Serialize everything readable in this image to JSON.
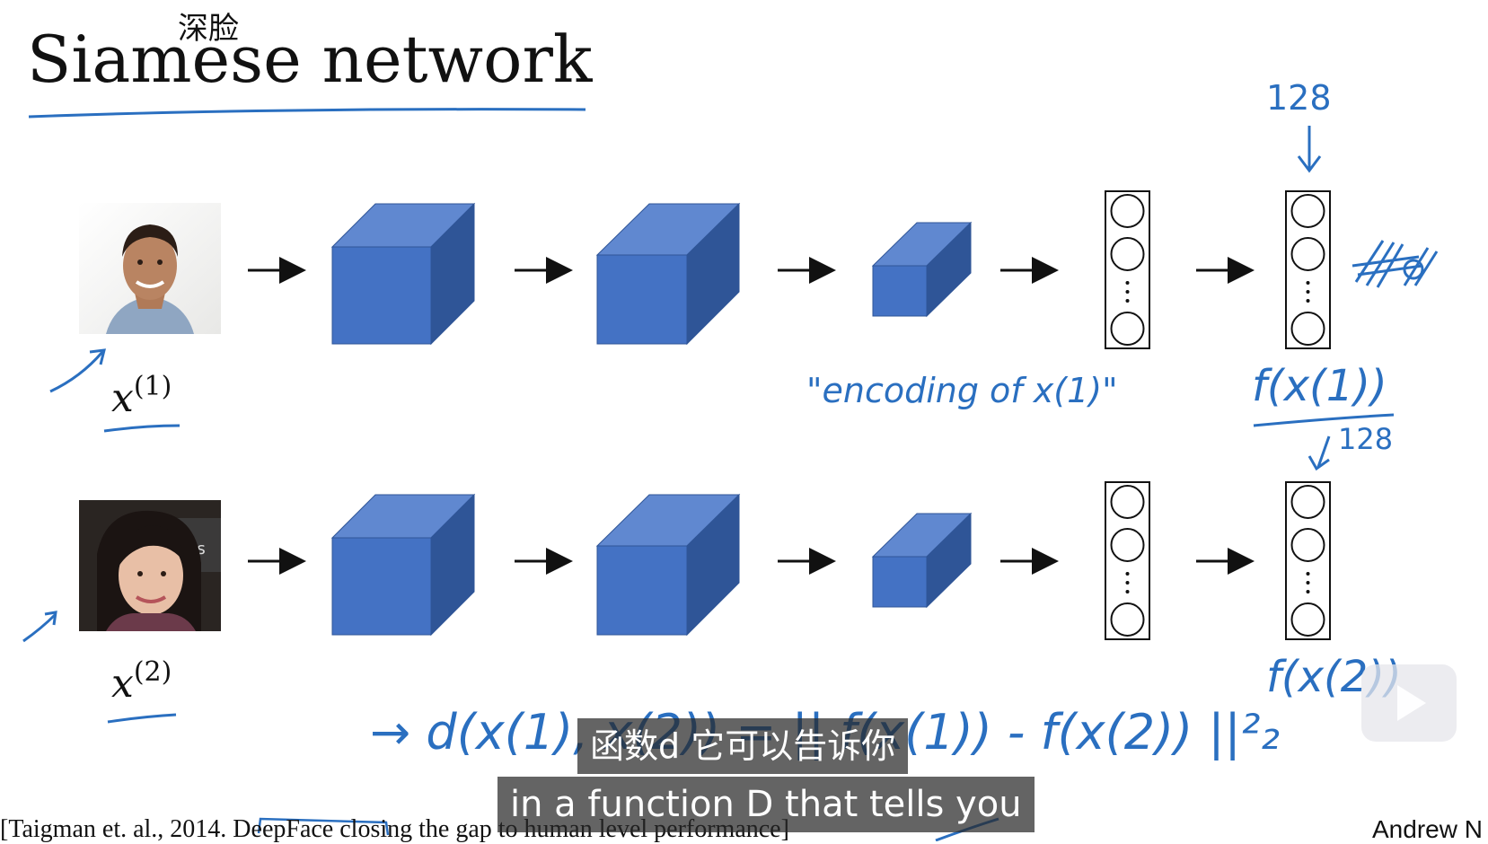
{
  "slide": {
    "title": "Siamese network",
    "top_subtitle": "深脸",
    "citation": "[Taigman et. al., 2014. DeepFace closing the gap to human level performance]",
    "author": "Andrew N"
  },
  "inputs": [
    {
      "label": "x",
      "superscript": "(1)"
    },
    {
      "label": "x",
      "superscript": "(2)"
    }
  ],
  "annotations": {
    "dim_top": "128",
    "dim_mid": "128",
    "encoding_note": "\"encoding of x(1)\"",
    "f_x1": "f(x(1))",
    "f_x2": "f(x(2))",
    "distance_formula": "→ d(x(1), x(2)) = || f(x(1)) - f(x(2)) ||²₂"
  },
  "subtitles": {
    "zh": "函数d 它可以告诉你",
    "en": "in a function D that tells you"
  },
  "colors": {
    "cube_front": "#4472c4",
    "cube_top": "#6088d0",
    "cube_side": "#2f5597",
    "handwriting": "#2a6fc0"
  },
  "icons": {
    "play": "play-icon",
    "photos": [
      "face-photo-male",
      "face-photo-female"
    ]
  }
}
